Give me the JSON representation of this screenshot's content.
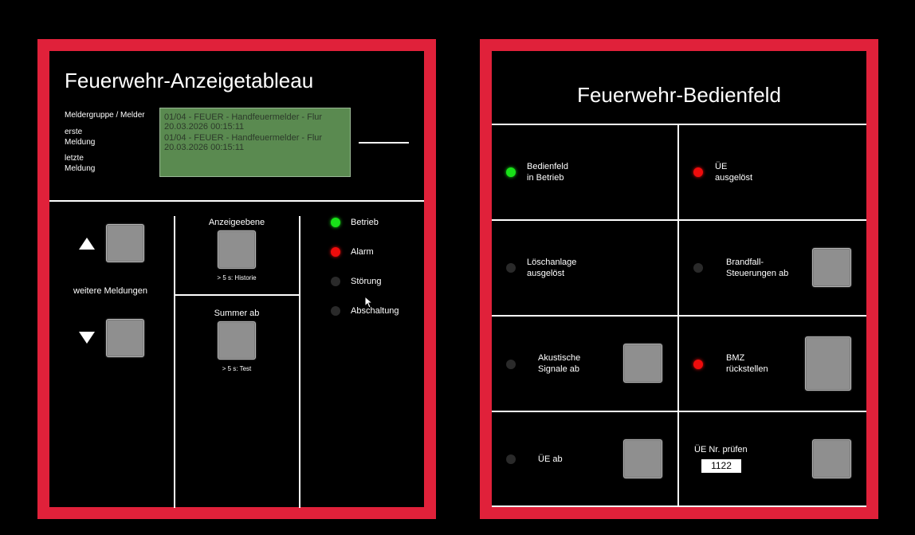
{
  "left_panel": {
    "title": "Feuerwehr-Anzeigetableau",
    "meldergruppe_label": "Meldergruppe / Melder",
    "erste_meldung_label": "erste\nMeldung",
    "letzte_meldung_label": "letzte\nMeldung",
    "display": {
      "first_line1": "01/04 - FEUER - Handfeuermelder - Flur",
      "first_line2": "20.03.2026 00:15:11",
      "last_line1": "01/04 - FEUER - Handfeuermelder - Flur",
      "last_line2": "20.03.2026 00:15:11"
    },
    "weitere_meldungen": "weitere Meldungen",
    "anzeigeebene": {
      "label": "Anzeigeebene",
      "hint": "> 5 s: Historie"
    },
    "summer_ab": {
      "label": "Summer ab",
      "hint": "> 5 s: Test"
    },
    "status": [
      {
        "label": "Betrieb",
        "state": "green"
      },
      {
        "label": "Alarm",
        "state": "red"
      },
      {
        "label": "Störung",
        "state": "off"
      },
      {
        "label": "Abschaltung",
        "state": "off"
      }
    ]
  },
  "right_panel": {
    "title": "Feuerwehr-Bedienfeld",
    "cells": {
      "bedienfeld": {
        "label": "Bedienfeld\nin Betrieb",
        "led": "green"
      },
      "ue_ausgeloest": {
        "label": "ÜE\nausgelöst",
        "led": "red"
      },
      "loeschanlage": {
        "label": "Löschanlage\nausgelöst",
        "led": "off"
      },
      "brandfall": {
        "label": "Brandfall-\nSteuerungen ab",
        "led": "off"
      },
      "akustische": {
        "label": "Akustische\nSignale ab",
        "led": "off"
      },
      "bmz": {
        "label": "BMZ\nrückstellen",
        "led": "red"
      },
      "ue_ab": {
        "label": "ÜE ab",
        "led": "off"
      },
      "ue_pruefen": {
        "label": "ÜE Nr. prüfen",
        "value": "1122"
      }
    }
  },
  "colors": {
    "frame": "#e0213a",
    "led_green": "#19e119",
    "led_red": "#ee0c0c",
    "lcd": "#5a8a50"
  }
}
